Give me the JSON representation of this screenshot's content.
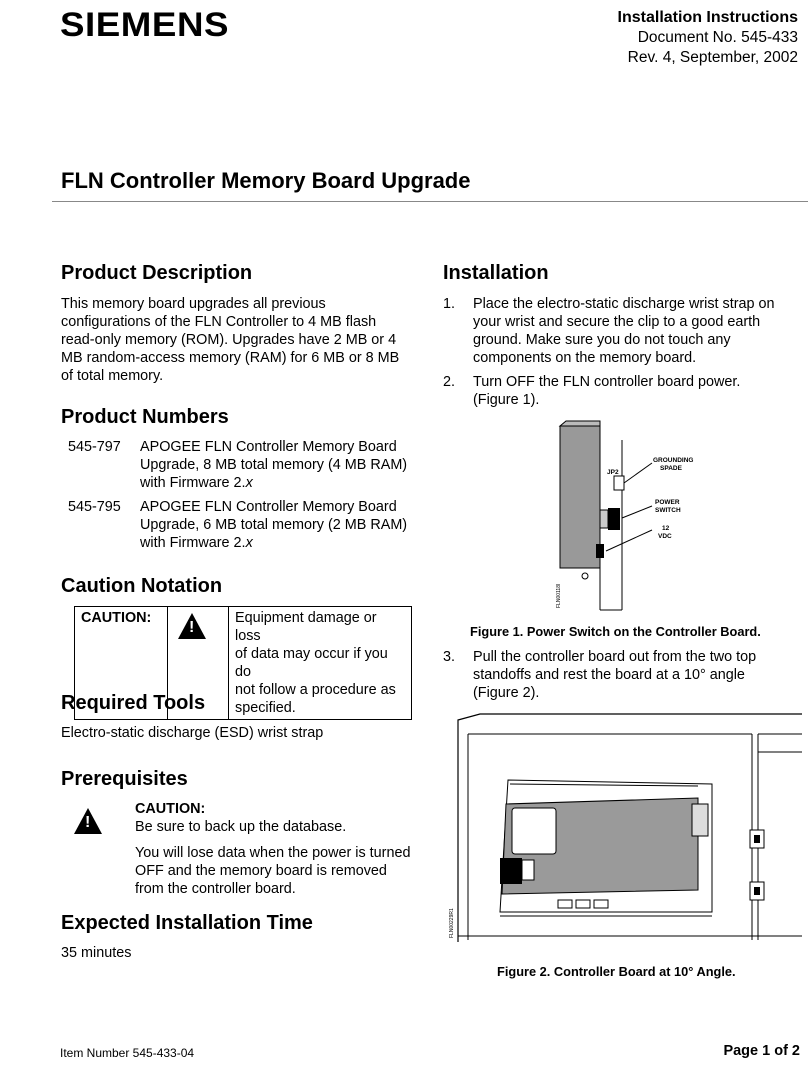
{
  "header": {
    "logo": "SIEMENS",
    "doc_type": "Installation Instructions",
    "doc_number": "Document No. 545-433",
    "revision": "Rev. 4, September, 2002"
  },
  "title": "FLN Controller Memory Board Upgrade",
  "left": {
    "product_description": {
      "heading": "Product Description",
      "lines": [
        "This memory board upgrades all previous",
        "configurations of the FLN Controller to 4 MB flash",
        "read-only memory (ROM). Upgrades have 2 MB or 4",
        "MB random-access memory (RAM) for 6 MB or 8 MB",
        "of total memory."
      ]
    },
    "product_numbers": {
      "heading": "Product Numbers",
      "items": [
        {
          "code": "545-797",
          "lines": [
            "APOGEE FLN Controller Memory Board",
            "Upgrade, 8 MB total memory (4 MB RAM)"
          ],
          "fw_prefix": "with Firmware 2.",
          "fw_suffix": "x"
        },
        {
          "code": "545-795",
          "lines": [
            "APOGEE FLN Controller Memory Board",
            "Upgrade, 6 MB total memory (2 MB RAM)"
          ],
          "fw_prefix": "with Firmware 2.",
          "fw_suffix": "x"
        }
      ]
    },
    "caution_notation": {
      "heading": "Caution Notation",
      "label": "CAUTION:",
      "lines": [
        "Equipment damage or loss",
        "of data may occur if you do",
        "not follow a procedure as",
        "specified."
      ]
    },
    "required_tools": {
      "heading": "Required Tools",
      "text": "Electro-static discharge (ESD) wrist strap"
    },
    "prerequisites": {
      "heading": "Prerequisites",
      "label": "CAUTION:",
      "line1": "Be sure to back up the database.",
      "lines2": [
        "You will lose data when the power is turned",
        "OFF and the memory board is removed",
        "from the controller board."
      ]
    },
    "expected_time": {
      "heading": "Expected Installation Time",
      "text": "35 minutes"
    }
  },
  "right": {
    "installation": {
      "heading": "Installation",
      "steps": [
        {
          "num": "1.",
          "lines": [
            "Place the electro-static discharge wrist strap on",
            "your wrist and secure the clip to a good earth",
            "ground. Make sure you do not touch any",
            "components on the memory board."
          ]
        },
        {
          "num": "2.",
          "lines": [
            "Turn OFF the FLN controller board power.",
            "(Figure 1)."
          ]
        },
        {
          "num": "3.",
          "lines": [
            "Pull the controller board out from the two top",
            "standoffs and rest the board at a 10° angle",
            "(Figure 2)."
          ]
        }
      ]
    },
    "figure1": {
      "labels": {
        "jp2": "JP2",
        "grounding": "GROUNDING",
        "spade": "SPADE",
        "power": "POWER",
        "switch": "SWITCH",
        "v12": "12",
        "vdc": "VDC",
        "code": "FLN00118I"
      },
      "caption": "Figure 1.  Power Switch on the Controller Board."
    },
    "figure2": {
      "code": "FLN00229R1",
      "caption": "Figure 2.  Controller Board at 10° Angle."
    }
  },
  "footer": {
    "item": "Item Number 545-433-04",
    "page": "Page 1 of 2"
  }
}
